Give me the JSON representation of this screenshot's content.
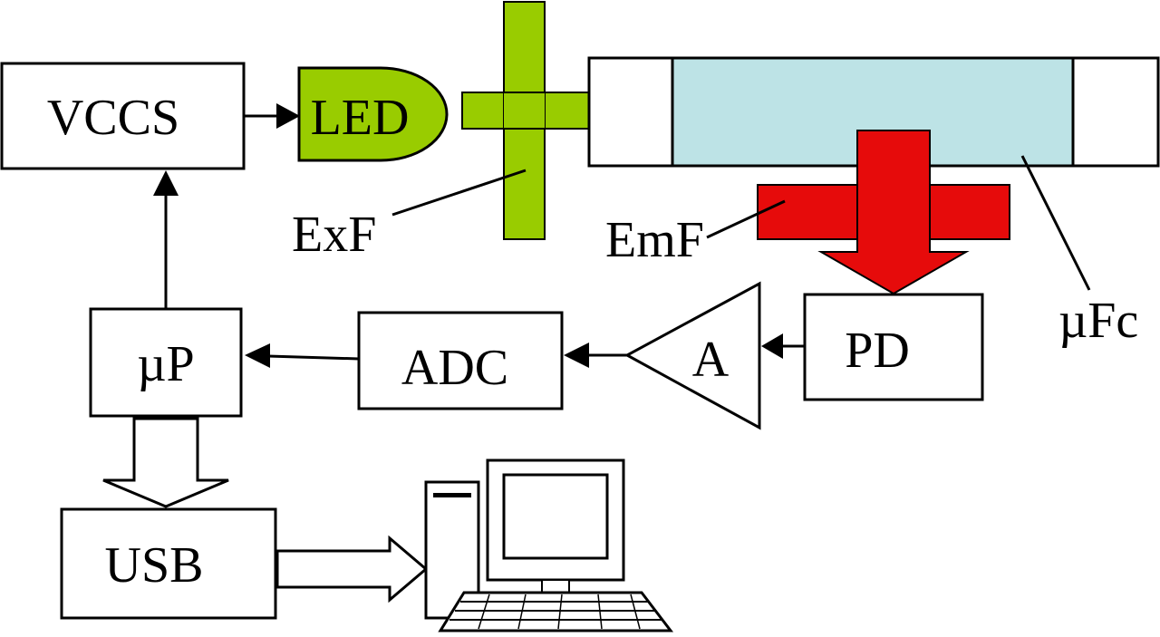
{
  "labels": {
    "vccs": "VCCS",
    "led": "LED",
    "exf": "ExF",
    "emf": "EmF",
    "ufc": "µFc",
    "pd": "PD",
    "amp": "A",
    "adc": "ADC",
    "up": "µP",
    "usb": "USB"
  },
  "colors": {
    "green": "#99cc00",
    "red": "#e60b0b",
    "cell": "#bde3e6",
    "stroke": "#000000"
  },
  "icons": {
    "computer": "desktop-computer-icon"
  }
}
